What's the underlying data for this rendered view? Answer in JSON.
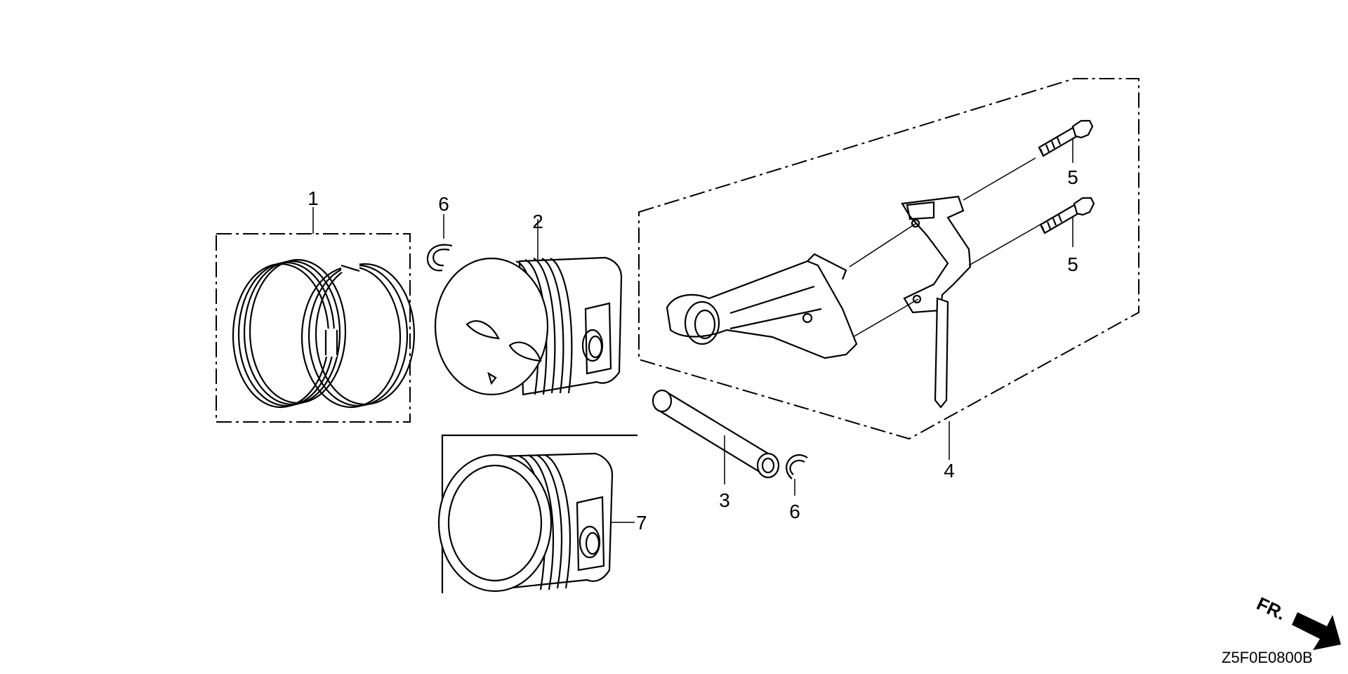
{
  "diagram": {
    "callouts": {
      "piston_rings": "1",
      "piston": "2",
      "piston_pin": "3",
      "connecting_rod": "4",
      "bolt_top": "5",
      "bolt_bottom": "5",
      "clip_left": "6",
      "clip_right": "6",
      "piston_alt": "7"
    },
    "front_label": "FR.",
    "drawing_code": "Z5F0E0800B"
  }
}
